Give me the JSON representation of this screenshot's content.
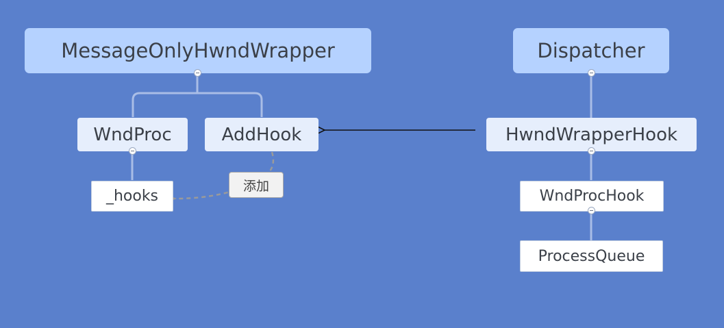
{
  "diagram": {
    "left_tree": {
      "root": "MessageOnlyHwndWrapper",
      "children": [
        "WndProc",
        "AddHook"
      ],
      "grandchild": "_hooks",
      "relation_label": "添加"
    },
    "right_tree": {
      "root": "Dispatcher",
      "chain": [
        "HwndWrapperHook",
        "WndProcHook",
        "ProcessQueue"
      ]
    }
  },
  "colors": {
    "background": "#5a80cc",
    "root_fill": "#b5d2ff",
    "branch_fill": "#e6eefc",
    "leaf_fill": "#ffffff",
    "connector": "#a9bde6",
    "arrow": "#111111",
    "dashed_relation": "#9a9a9a"
  }
}
